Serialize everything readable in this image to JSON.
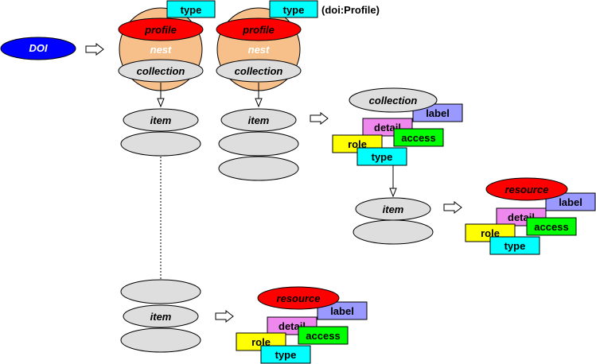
{
  "labels": {
    "doi": "DOI",
    "profile": "profile",
    "nest": "nest",
    "collection": "collection",
    "item": "item",
    "type": "type",
    "doi_profile": "(doi:Profile)",
    "label": "label",
    "detail": "detail",
    "access": "access",
    "role": "role",
    "resource": "resource"
  },
  "colors": {
    "doi": "#0000ff",
    "profile": "#ff0000",
    "nest": "#f7c08a",
    "collection": "#dedede",
    "item": "#dedede",
    "type": "#00ffff",
    "label": "#9999ff",
    "detail": "#ee88ee",
    "access": "#00ff00",
    "role": "#ffff00",
    "resource": "#ff0000"
  },
  "icons": {
    "arrow": "hollow-right-arrow-icon",
    "connector": "hollow-down-arrow-icon"
  }
}
